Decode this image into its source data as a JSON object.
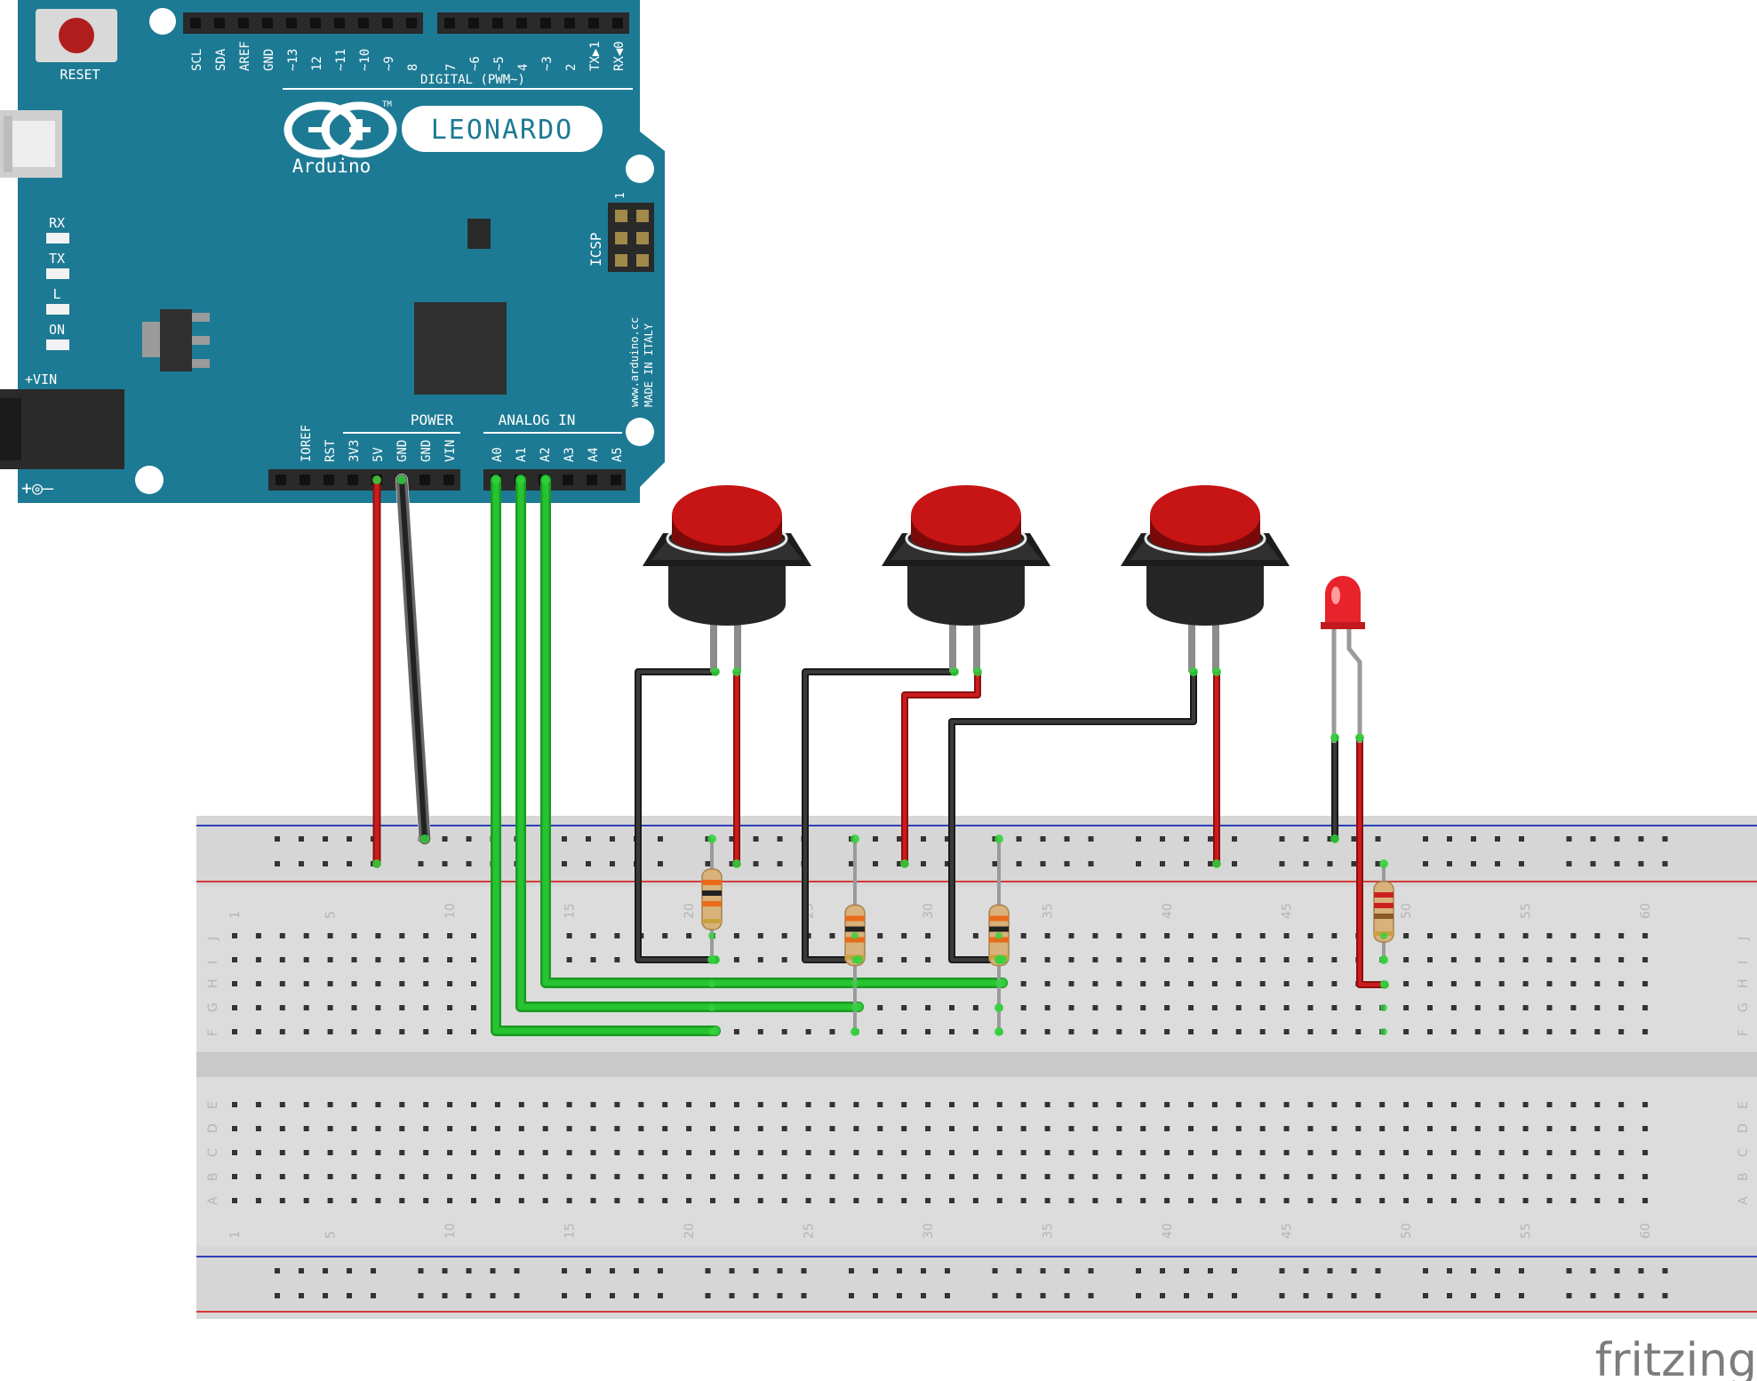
{
  "board": {
    "reset_label": "RESET",
    "model_label": "LEONARDO",
    "brand_label": "Arduino",
    "trademark": "TM",
    "leds": [
      "RX",
      "TX",
      "L",
      "ON"
    ],
    "vin_label": "+VIN",
    "icsp_label": "ICSP",
    "icsp_pin1": "1",
    "digital_section_label": "DIGITAL (PWM~)",
    "power_section_label": "POWER",
    "analog_section_label": "ANALOG IN",
    "top_pins_left": [
      "SCL",
      "SDA",
      "AREF",
      "GND",
      "~13",
      "12",
      "~11",
      "~10",
      "~9",
      "8"
    ],
    "top_pins_right": [
      "7",
      "~6",
      "~5",
      "4",
      "~3",
      "2",
      "TX▶1",
      "RX◀0"
    ],
    "power_pins": [
      "IOREF",
      "RST",
      "3V3",
      "5V",
      "GND",
      "GND",
      "VIN"
    ],
    "analog_pins": [
      "A0",
      "A1",
      "A2",
      "A3",
      "A4",
      "A5"
    ],
    "url": "www.arduino.cc",
    "made_in": "MADE IN ITALY"
  },
  "breadboard": {
    "row_letters_top": [
      "J",
      "I",
      "H",
      "G",
      "F"
    ],
    "row_letters_bottom": [
      "E",
      "D",
      "C",
      "B",
      "A"
    ],
    "column_numbers": [
      "1",
      "5",
      "10",
      "15",
      "20",
      "25",
      "30",
      "35",
      "40",
      "45",
      "50",
      "55",
      "60"
    ]
  },
  "components": {
    "push_buttons": [
      "button-1",
      "button-2",
      "button-3"
    ],
    "resistors": [
      "resistor-1",
      "resistor-2",
      "resistor-3",
      "resistor-4"
    ],
    "led": "red-led"
  },
  "colors": {
    "board": "#1d7a94",
    "wire_red": "#cc1b1b",
    "wire_black": "#222222",
    "wire_green": "#27c431",
    "button_cap": "#c71414",
    "led": "#e8232b"
  },
  "watermark": "fritzing"
}
